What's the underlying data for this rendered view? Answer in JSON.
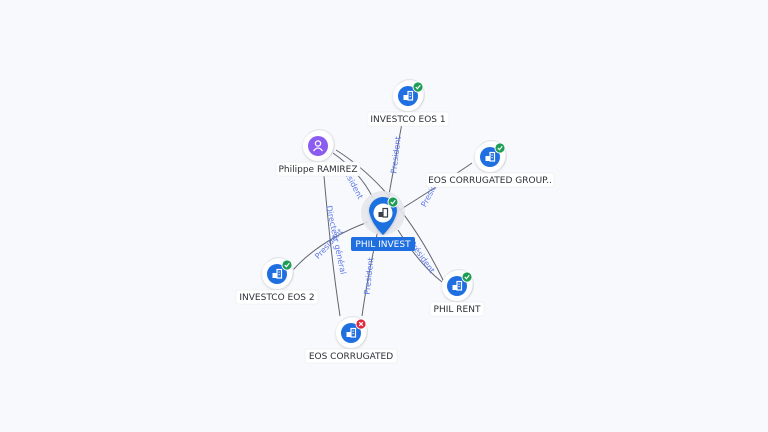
{
  "graph": {
    "nodes": [
      {
        "id": "phil-invest",
        "label": "PHIL INVEST",
        "kind": "company",
        "icon": "building-icon",
        "status": "verified",
        "main": true
      },
      {
        "id": "investco-eos-1",
        "label": "INVESTCO EOS 1",
        "kind": "company",
        "icon": "building-icon",
        "status": "verified"
      },
      {
        "id": "philippe-ramirez",
        "label": "Philippe RAMIREZ",
        "kind": "person",
        "icon": "person-icon"
      },
      {
        "id": "eos-corrugated-group",
        "label": "EOS CORRUGATED GROUP..",
        "kind": "company",
        "icon": "building-icon",
        "status": "verified"
      },
      {
        "id": "investco-eos-2",
        "label": "INVESTCO EOS 2",
        "kind": "company",
        "icon": "building-icon",
        "status": "verified"
      },
      {
        "id": "phil-rent",
        "label": "PHIL RENT",
        "kind": "company",
        "icon": "building-icon",
        "status": "verified"
      },
      {
        "id": "eos-corrugated",
        "label": "EOS CORRUGATED",
        "kind": "company",
        "icon": "building-icon",
        "status": "closed"
      }
    ],
    "edges": [
      {
        "from": "phil-invest",
        "to": "investco-eos-1",
        "label": "President"
      },
      {
        "from": "phil-invest",
        "to": "eos-corrugated-group",
        "label": "President"
      },
      {
        "from": "phil-invest",
        "to": "phil-rent",
        "label": "Président"
      },
      {
        "from": "phil-invest",
        "to": "eos-corrugated",
        "label": "President"
      },
      {
        "from": "phil-invest",
        "to": "investco-eos-2",
        "label": "President"
      },
      {
        "from": "philippe-ramirez",
        "to": "phil-invest",
        "label": "President"
      },
      {
        "from": "philippe-ramirez",
        "to": "eos-corrugated",
        "label": "Directeur général"
      },
      {
        "from": "philippe-ramirez",
        "to": "phil-rent",
        "label": ""
      }
    ]
  },
  "colors": {
    "background": "#f8f9fc",
    "company_node": "#1f6fe0",
    "person_node": "#8a5cf0",
    "verified_badge": "#1e9e55",
    "closed_badge": "#e0283c",
    "edge": "#5f6470",
    "edge_label": "#5b78e8"
  }
}
